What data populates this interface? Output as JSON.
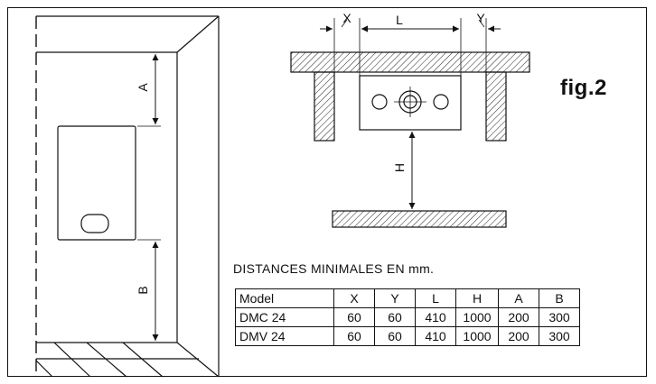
{
  "figure_label": "fig.2",
  "labels": {
    "x": "X",
    "l": "L",
    "y": "Y",
    "h": "H",
    "a": "A",
    "b": "B"
  },
  "table": {
    "title": "DISTANCES MINIMALES EN mm.",
    "headers": [
      "Model",
      "X",
      "Y",
      "L",
      "H",
      "A",
      "B"
    ],
    "rows": [
      [
        "DMC 24",
        "60",
        "60",
        "410",
        "1000",
        "200",
        "300"
      ],
      [
        "DMV 24",
        "60",
        "60",
        "410",
        "1000",
        "200",
        "300"
      ]
    ]
  }
}
